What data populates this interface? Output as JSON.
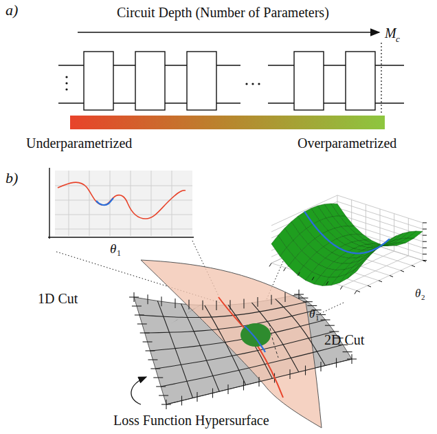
{
  "diagram": {
    "labels": [
      "a)",
      "Circuit Depth (Number of Parameters)",
      "M",
      "c",
      "Underparametrized",
      "Overparametrized",
      "b)",
      "θ",
      "1",
      "1D Cut",
      "2D Cut",
      "θ",
      "1",
      "θ",
      "2",
      "Loss Function Hypersurface"
    ]
  }
}
